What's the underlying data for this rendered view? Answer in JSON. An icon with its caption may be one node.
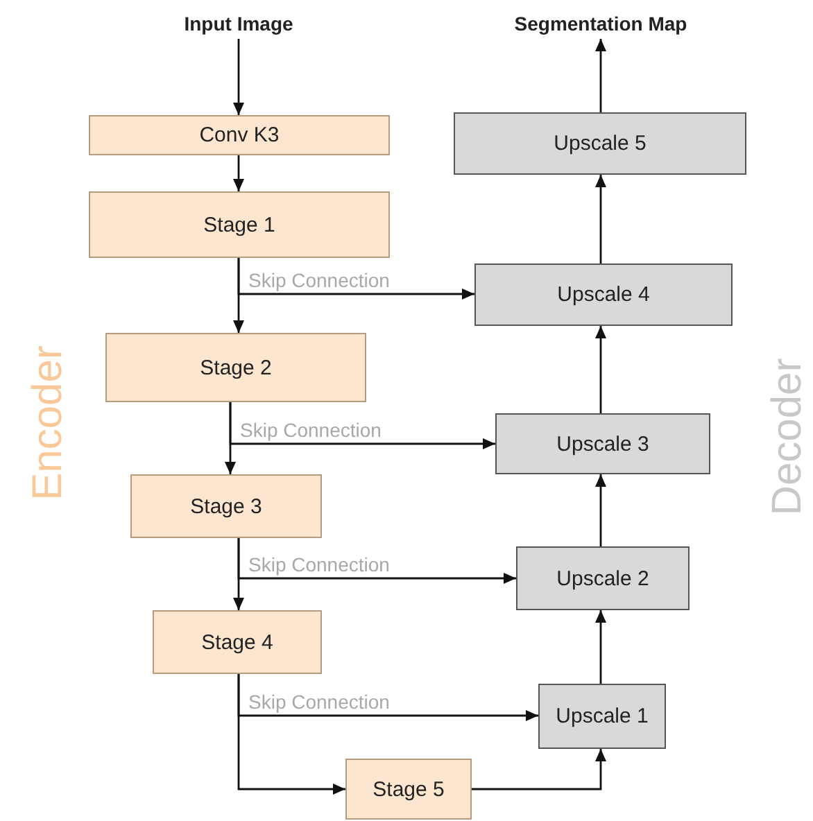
{
  "diagram": {
    "nodes": [
      {
        "text": [
          "Input Image"
        ]
      },
      {
        "text": [
          "Segmentation Map"
        ]
      },
      {
        "text": [
          "Conv K3"
        ]
      },
      {
        "text": [
          "Upscale 5"
        ]
      },
      {
        "text": [
          "Stage 1"
        ]
      },
      {
        "text": [
          "Upscale 4"
        ]
      },
      {
        "text": [
          "Stage 2"
        ]
      },
      {
        "text": [
          "Upscale 3"
        ]
      },
      {
        "text": [
          "Stage 3"
        ]
      },
      {
        "text": [
          "Upscale 2"
        ]
      },
      {
        "text": [
          "Stage 4"
        ]
      },
      {
        "text": [
          "Upscale 1"
        ]
      },
      {
        "text": [
          "Stage 5"
        ]
      }
    ],
    "edges": [
      {
        "from": 0,
        "to": 2,
        "arrow": "to"
      },
      {
        "from": 2,
        "to": 4,
        "arrow": "to"
      },
      {
        "from": 4,
        "to": 6,
        "arrow": "to"
      },
      {
        "from": 6,
        "to": 8,
        "arrow": "to"
      },
      {
        "from": 8,
        "to": 10,
        "arrow": "to"
      },
      {
        "from": 10,
        "to": 12,
        "arrow": "to"
      },
      {
        "from": 12,
        "to": 11,
        "arrow": "to"
      },
      {
        "from": 11,
        "to": 9,
        "arrow": "to"
      },
      {
        "from": 9,
        "to": 7,
        "arrow": "to"
      },
      {
        "from": 7,
        "to": 5,
        "arrow": "to"
      },
      {
        "from": 5,
        "to": 3,
        "arrow": "to"
      },
      {
        "from": 3,
        "to": 1,
        "arrow": "to"
      },
      {
        "from": 4,
        "to": 5,
        "arrow": "to",
        "label": "Skip Connection"
      },
      {
        "from": 6,
        "to": 7,
        "arrow": "to",
        "label": "Skip Connection"
      },
      {
        "from": 8,
        "to": 9,
        "arrow": "to",
        "label": "Skip Connection"
      },
      {
        "from": 10,
        "to": 11,
        "arrow": "to",
        "label": "Skip Connection"
      }
    ],
    "labels": [
      "Encoder",
      "Decoder"
    ]
  }
}
